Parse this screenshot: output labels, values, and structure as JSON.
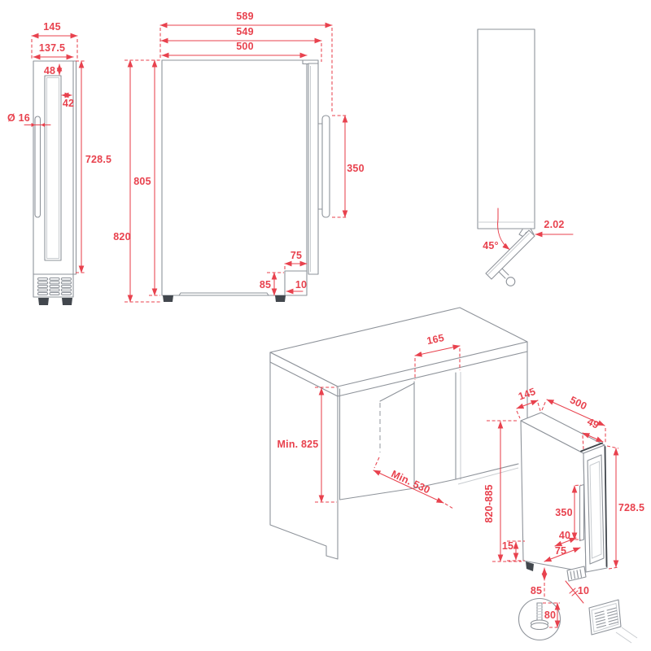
{
  "document": {
    "type": "appliance installation dimension drawing",
    "subject": "slim built-in wine cooler"
  },
  "colors": {
    "dimension_red": "#e8424e",
    "drawing_gray": "#8e939a",
    "dark_accent": "#42474d",
    "background": "#ffffff"
  },
  "front_view": {
    "dims": {
      "overall_width": "145",
      "door_width": "137.5",
      "top_offset": "48",
      "side_offset": "42",
      "handle_diameter": "Ø 16",
      "door_height": "728.5"
    }
  },
  "side_view": {
    "dims": {
      "overall_depth": "589",
      "depth_with_door": "549",
      "body_depth": "500",
      "body_height": "805",
      "overall_height": "820",
      "handle_length": "350",
      "plinth_recess_depth": "75",
      "plinth_height": "85",
      "plinth_setback": "10"
    }
  },
  "top_view": {
    "dims": {
      "door_opening_angle": "45°",
      "door_clearance": "2.02"
    }
  },
  "installation_view": {
    "dims": {
      "niche_width": "165",
      "niche_min_height": "Min. 825",
      "niche_min_depth": "Min. 530",
      "installation_height_range": "820-885",
      "unit_width": "145",
      "unit_depth": "500",
      "door_thickness": "49",
      "door_height": "728.5",
      "handle_length": "350",
      "handle_bottom_offset": "40",
      "plinth_recess_depth": "75",
      "foot_adjustment": "15",
      "plinth_height": "85",
      "plinth_setback": "10"
    }
  },
  "foot_detail": {
    "dims": {
      "foot_height": "80"
    }
  }
}
